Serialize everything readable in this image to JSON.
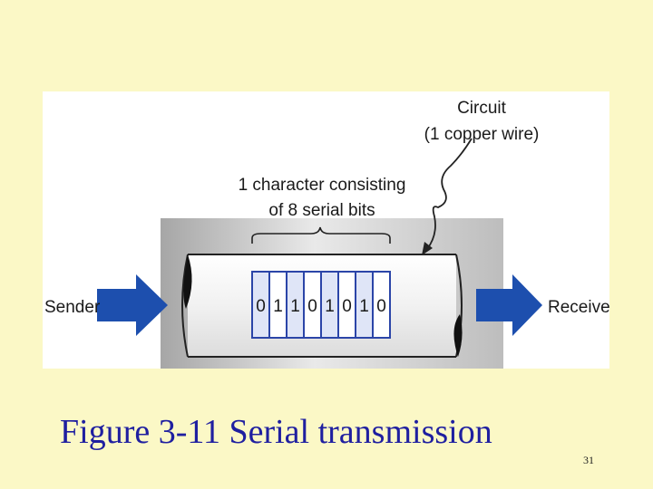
{
  "diagram": {
    "sender_label": "Sender",
    "receiver_label": "Receiver",
    "circuit_label_line1": "Circuit",
    "circuit_label_line2": "(1 copper wire)",
    "character_label_line1": "1 character consisting",
    "character_label_line2": "of 8 serial bits",
    "bits": [
      "0",
      "1",
      "1",
      "0",
      "1",
      "0",
      "1",
      "0"
    ],
    "colors": {
      "arrow": "#1d4fae",
      "bit_cell_border": "#2b45a8",
      "bit_cell_fill": "#dfe5f7"
    }
  },
  "caption": "Figure 3-11 Serial transmission",
  "page_number": "31"
}
